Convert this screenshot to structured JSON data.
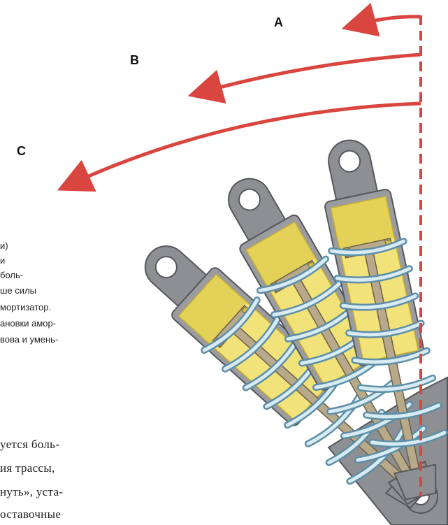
{
  "labels": {
    "a": "A",
    "b": "B",
    "c": "C"
  },
  "caption_lines": [
    "и)",
    "и",
    "боль-",
    "ше силы",
    "мортизатор.",
    "ановки амор-",
    "вова и умень-"
  ],
  "body_lines": [
    "уется боль-",
    "ия трассы,",
    "нуть», уста-",
    "оставочные"
  ],
  "colors": {
    "body_yellow": "#f2e27a",
    "body_dark_yellow": "#d9c23a",
    "metal_gray": "#8d8f93",
    "spring_blue": "#bfd8e4",
    "spring_outline": "#5d8fa8",
    "rod": "#b8a98a",
    "arrow_red": "#d9453f",
    "reference_line": "#d9453f"
  },
  "icons": [
    "shock-absorber-diagram",
    "arrow-icon"
  ]
}
